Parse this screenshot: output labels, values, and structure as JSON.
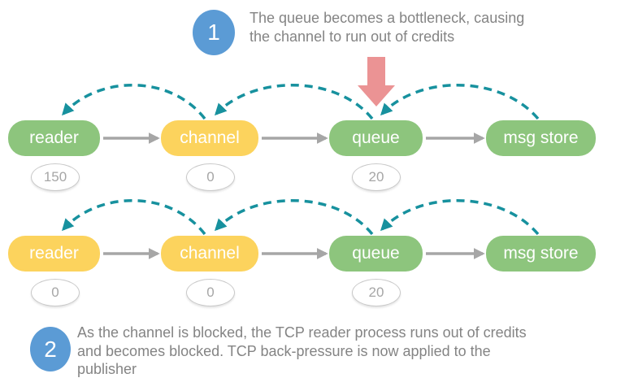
{
  "colors": {
    "node_green": "#8dc57d",
    "node_yellow": "#fcd35d",
    "node_text": "#ffffff",
    "arc_teal": "#17919e",
    "arrow_gray": "#a6a6a6",
    "bottleneck_red": "#eb9394",
    "badge_blue": "#5b9bd5",
    "note_text": "#848484",
    "credit_text": "#a6a6a6",
    "credit_border": "#c9c9c9"
  },
  "annotations": {
    "step1": {
      "number": "1",
      "text": "The queue becomes a bottleneck, causing the channel to run out of credits"
    },
    "step2": {
      "number": "2",
      "text": "As the channel is blocked, the TCP reader process runs out of credits and becomes blocked. TCP back-pressure is now applied to the publisher"
    }
  },
  "rows": [
    {
      "nodes": [
        {
          "label": "reader",
          "color": "green",
          "credit": "150"
        },
        {
          "label": "channel",
          "color": "yellow",
          "credit": "0"
        },
        {
          "label": "queue",
          "color": "green",
          "credit": "20"
        },
        {
          "label": "msg store",
          "color": "green"
        }
      ]
    },
    {
      "nodes": [
        {
          "label": "reader",
          "color": "yellow",
          "credit": "0"
        },
        {
          "label": "channel",
          "color": "yellow",
          "credit": "0"
        },
        {
          "label": "queue",
          "color": "green",
          "credit": "20"
        },
        {
          "label": "msg store",
          "color": "green"
        }
      ]
    }
  ]
}
